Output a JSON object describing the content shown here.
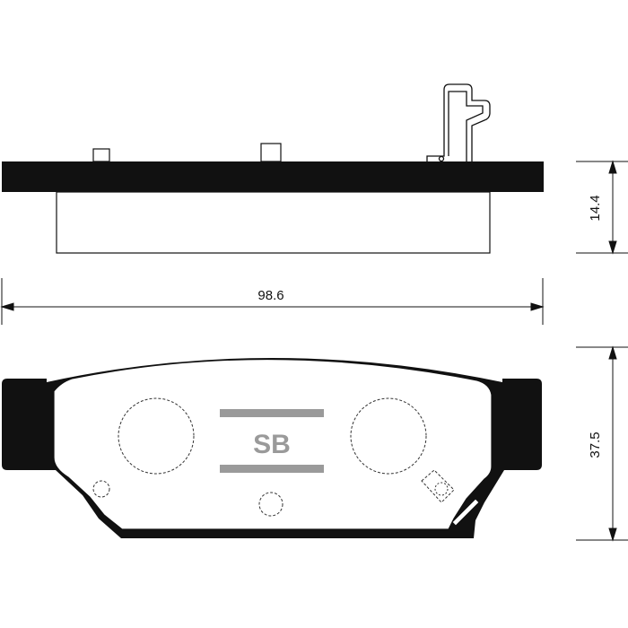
{
  "dimensions": {
    "width": "98.6",
    "thickness": "14.4",
    "height": "37.5"
  },
  "logo": {
    "text": "SB"
  },
  "colors": {
    "line": "#111111",
    "logo": "#9a9a9a",
    "background": "#ffffff"
  }
}
